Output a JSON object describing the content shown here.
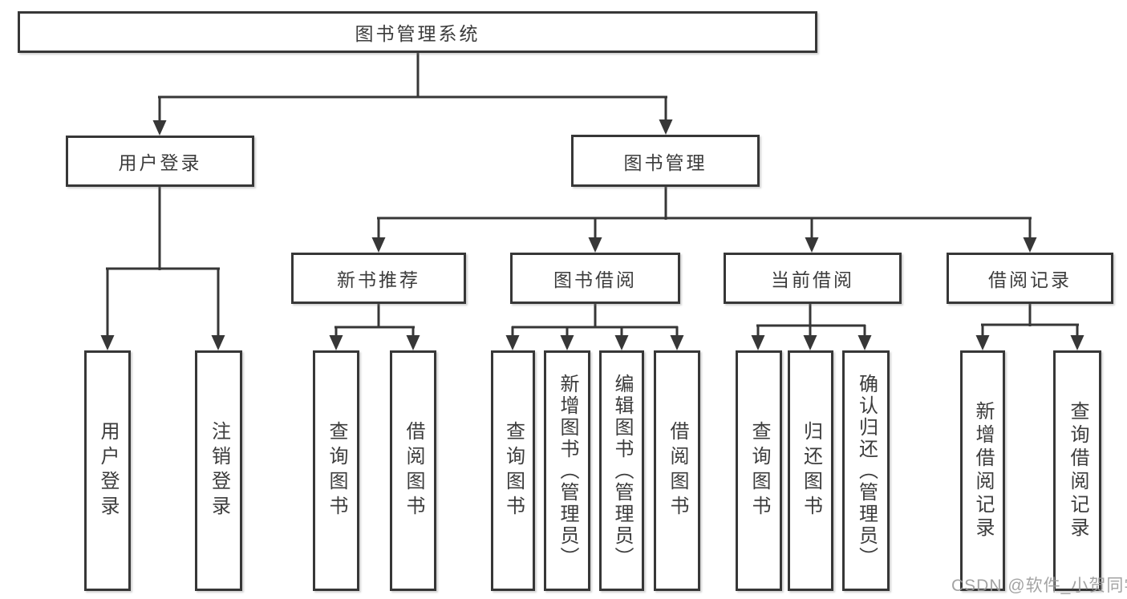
{
  "diagram": {
    "root": {
      "label": "图书管理系统"
    },
    "branches": [
      {
        "label": "用户登录",
        "children": [
          {
            "label": "用户登录"
          },
          {
            "label": "注销登录"
          }
        ]
      },
      {
        "label": "图书管理",
        "children": [
          {
            "label": "新书推荐",
            "children": [
              {
                "label": "查询图书"
              },
              {
                "label": "借阅图书"
              }
            ]
          },
          {
            "label": "图书借阅",
            "children": [
              {
                "label": "查询图书"
              },
              {
                "label": "新增图书（管理员）"
              },
              {
                "label": "编辑图书（管理员）"
              },
              {
                "label": "借阅图书"
              }
            ]
          },
          {
            "label": "当前借阅",
            "children": [
              {
                "label": "查询图书"
              },
              {
                "label": "归还图书"
              },
              {
                "label": "确认归还（管理员）"
              }
            ]
          },
          {
            "label": "借阅记录",
            "children": [
              {
                "label": "新增借阅记录"
              },
              {
                "label": "查询借阅记录"
              }
            ]
          }
        ]
      }
    ]
  },
  "watermark": {
    "text": "CSDN @软件_小贺同学"
  },
  "colors": {
    "line": "#373737",
    "text": "#3c3c3c",
    "watermark": "#9a9a9a",
    "background": "#ffffff"
  }
}
